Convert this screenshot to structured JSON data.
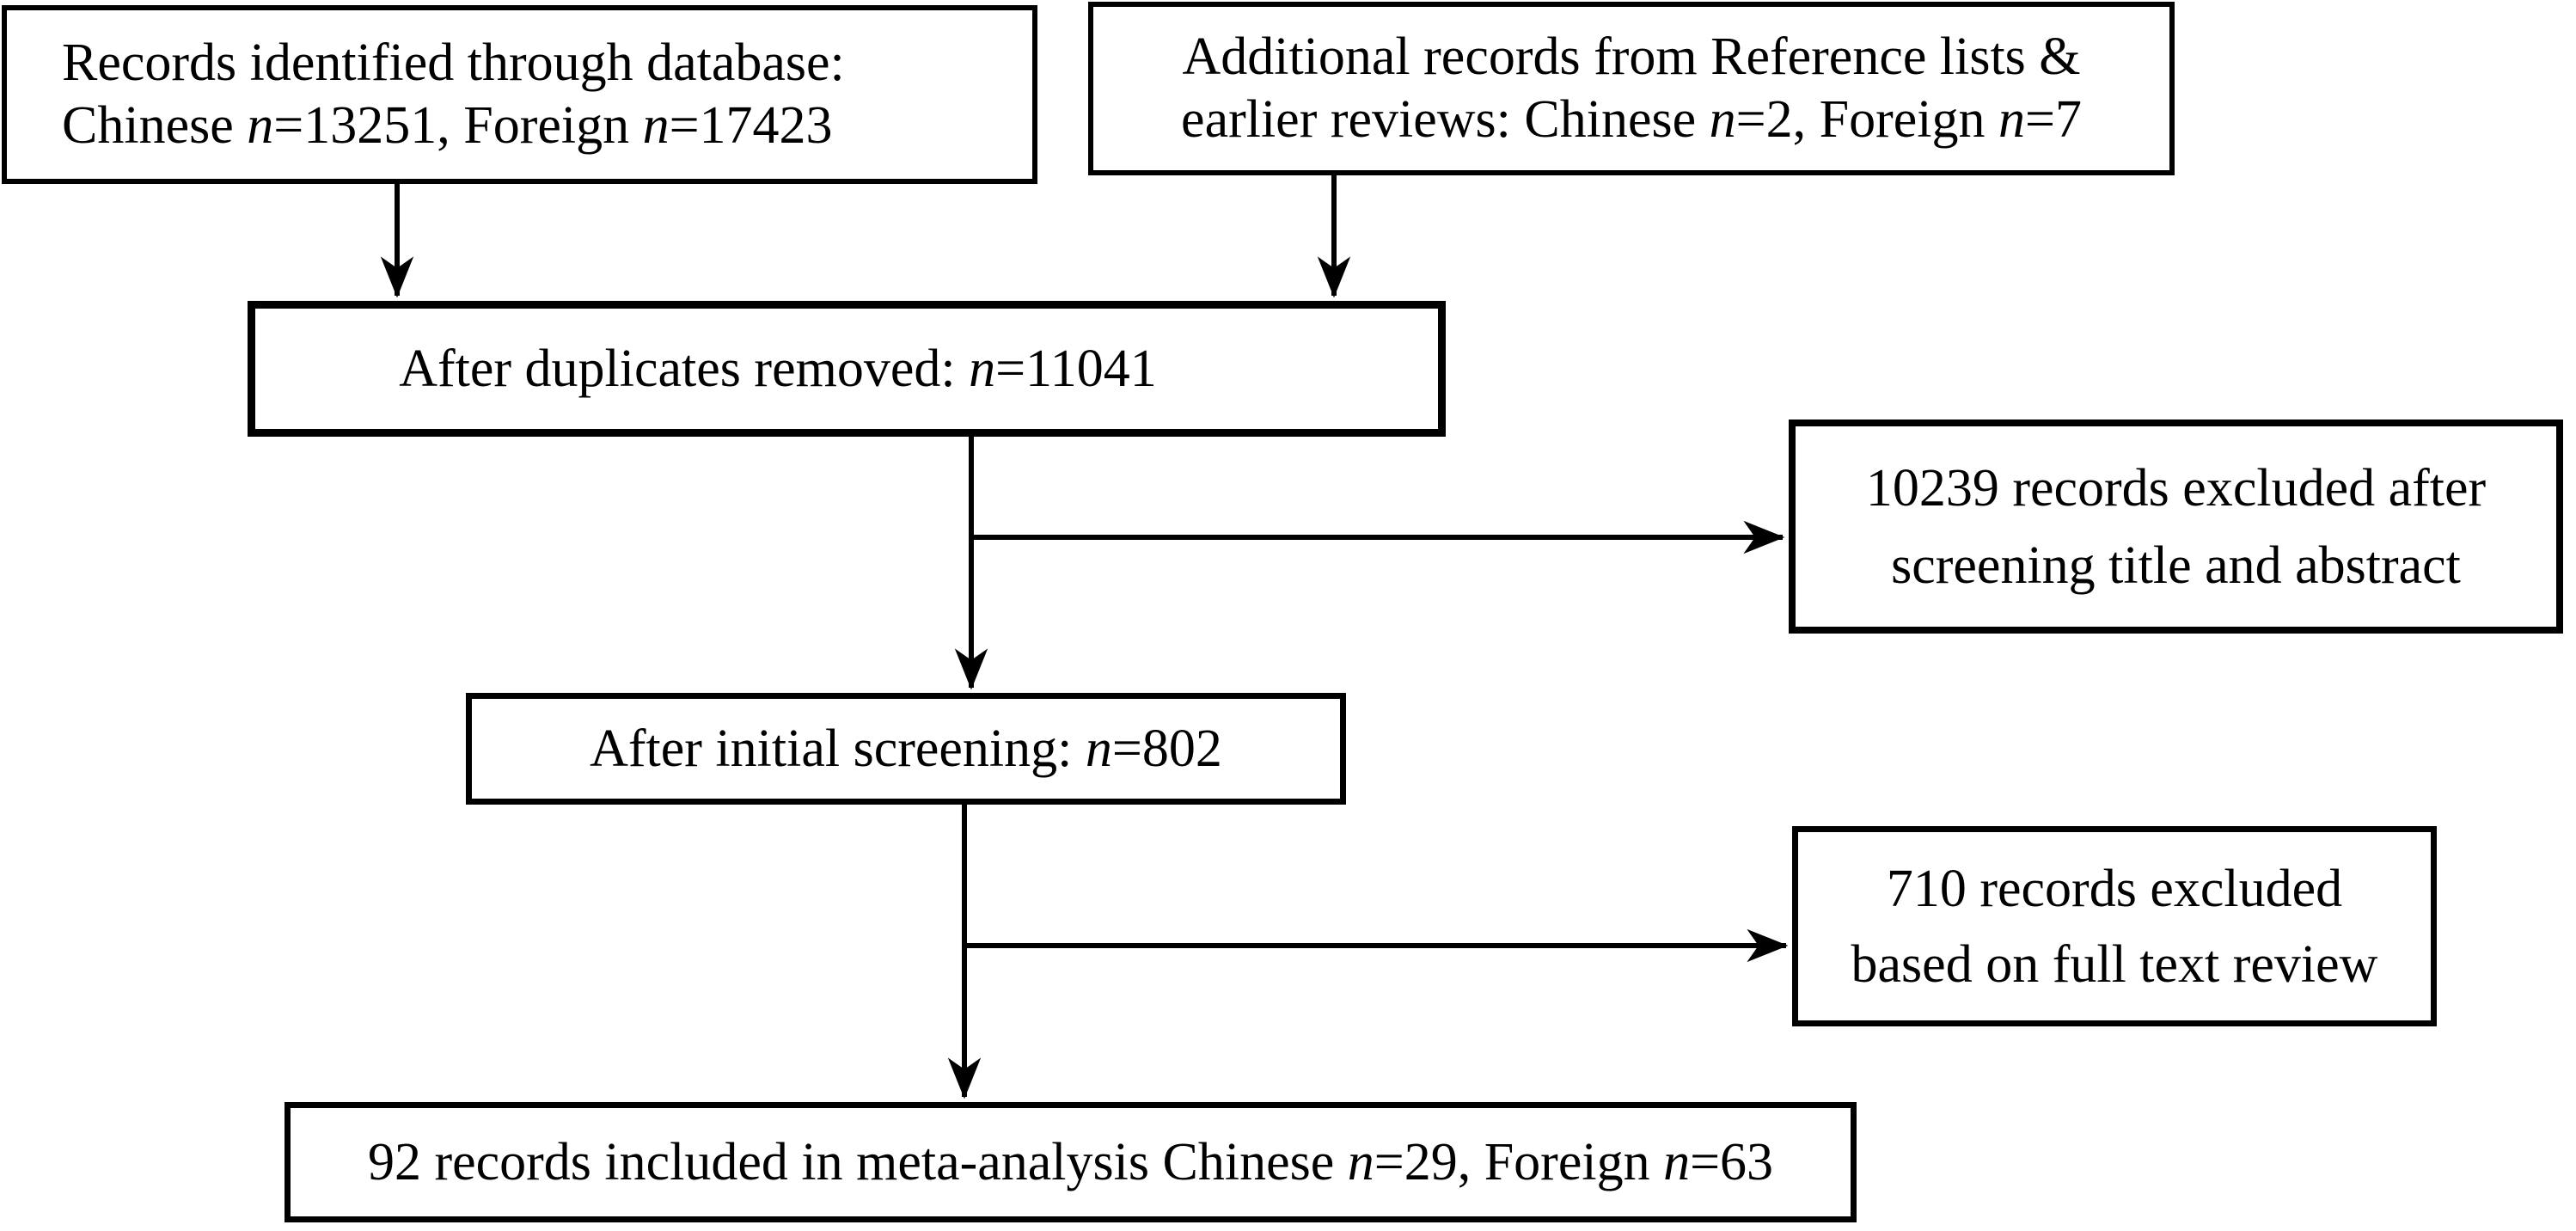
{
  "figure": {
    "type": "flow-diagram",
    "description_visible": "Study selection flow diagram",
    "colors": {
      "ink": "#000000",
      "paper": "#ffffff"
    },
    "boxes": {
      "identified": {
        "lines": [
          [
            {
              "t": "Records identified through database:"
            }
          ],
          [
            {
              "t": "Chinese "
            },
            {
              "t": "n",
              "i": true
            },
            {
              "t": "=13251, Foreign "
            },
            {
              "t": "n",
              "i": true
            },
            {
              "t": "=17423"
            }
          ]
        ]
      },
      "additional": {
        "lines": [
          [
            {
              "t": "Additional records from Reference lists &"
            }
          ],
          [
            {
              "t": "earlier reviews: Chinese "
            },
            {
              "t": "n",
              "i": true
            },
            {
              "t": "=2, Foreign "
            },
            {
              "t": "n",
              "i": true
            },
            {
              "t": "=7"
            }
          ]
        ]
      },
      "duplicates": {
        "lines": [
          [
            {
              "t": "After duplicates removed: "
            },
            {
              "t": "n",
              "i": true
            },
            {
              "t": "=11041"
            }
          ]
        ]
      },
      "excluded_title_abstract": {
        "lines": [
          [
            {
              "t": "10239 records excluded after"
            }
          ],
          [
            {
              "t": "screening title and abstract"
            }
          ]
        ]
      },
      "initial_screening": {
        "lines": [
          [
            {
              "t": "After initial screening: "
            },
            {
              "t": "n",
              "i": true
            },
            {
              "t": "=802"
            }
          ]
        ]
      },
      "excluded_full_text": {
        "lines": [
          [
            {
              "t": "710 records excluded"
            }
          ],
          [
            {
              "t": "based on full text review"
            }
          ]
        ]
      },
      "included": {
        "lines": [
          [
            {
              "t": "92 records included in meta-analysis Chinese "
            },
            {
              "t": "n",
              "i": true
            },
            {
              "t": "=29, Foreign "
            },
            {
              "t": "n",
              "i": true
            },
            {
              "t": "=63"
            }
          ]
        ]
      }
    },
    "counts": {
      "identified_chinese": 13251,
      "identified_foreign": 17423,
      "additional_chinese": 2,
      "additional_foreign": 7,
      "after_duplicates": 11041,
      "excluded_title_abstract": 10239,
      "after_initial_screening": 802,
      "excluded_full_text": 710,
      "included_total": 92,
      "included_chinese": 29,
      "included_foreign": 63
    }
  }
}
